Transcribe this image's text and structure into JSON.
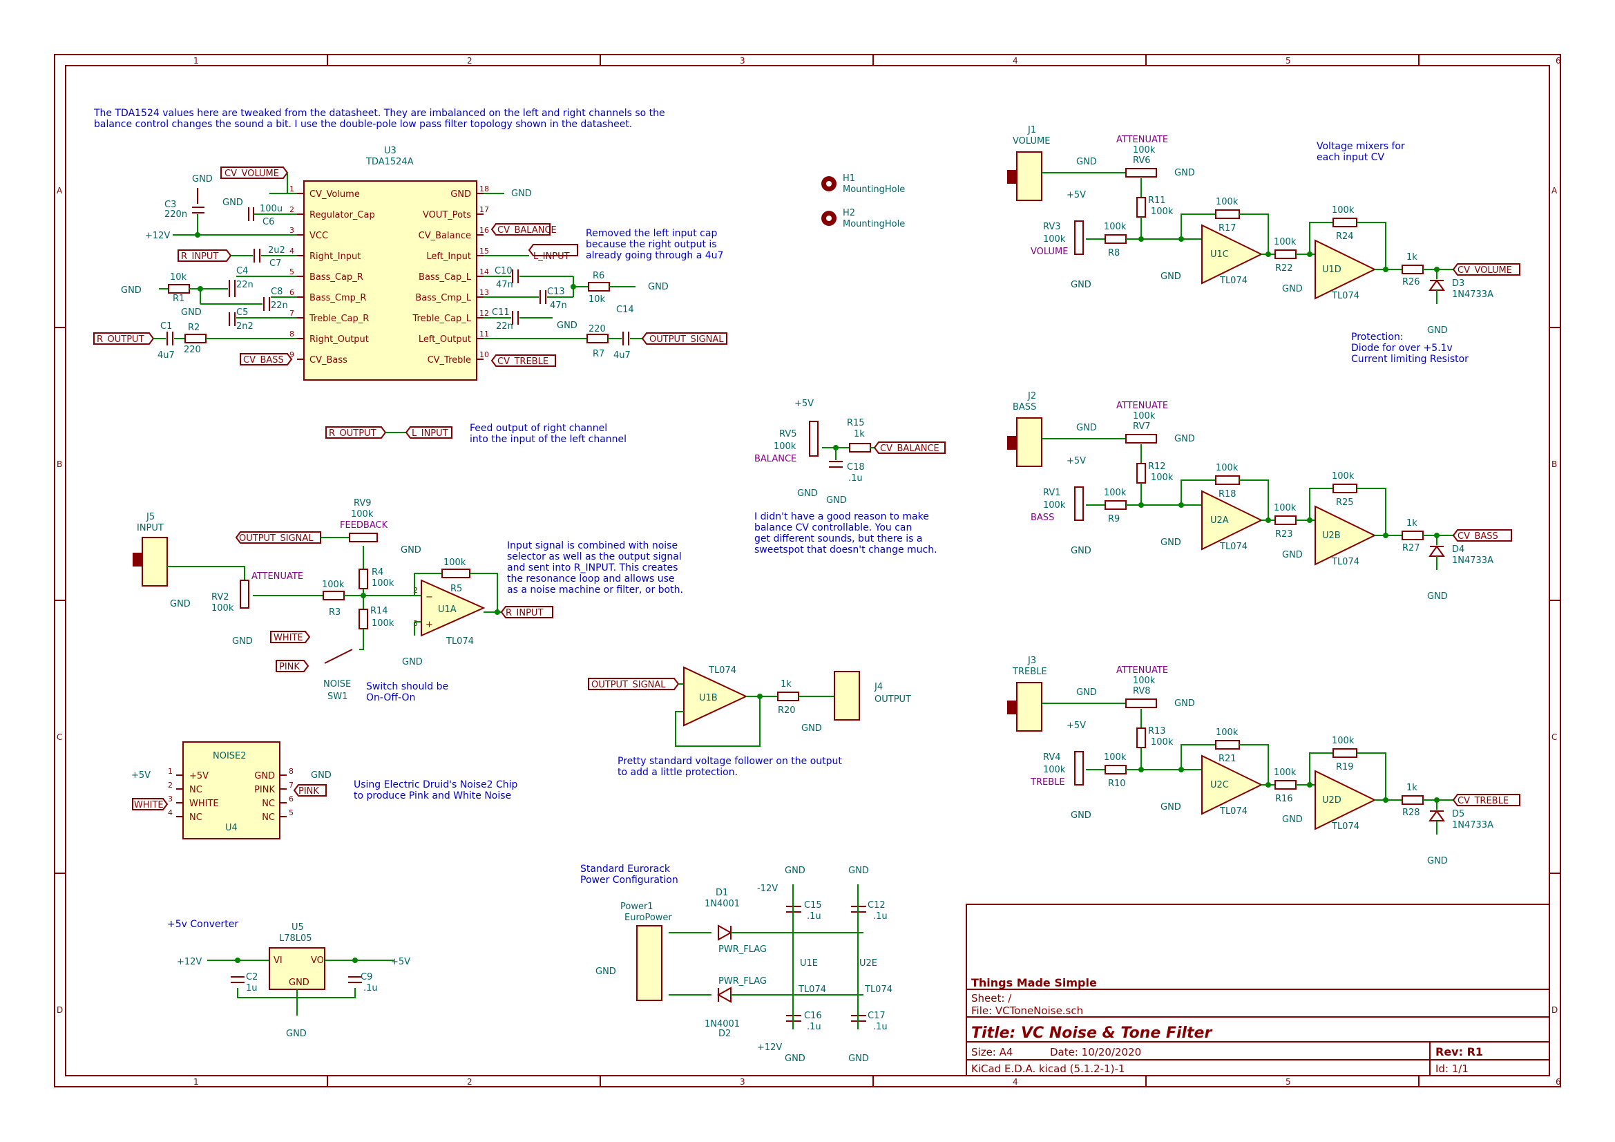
{
  "sheet": {
    "columns": [
      "1",
      "2",
      "3",
      "4",
      "5",
      "6"
    ],
    "rows": [
      "A",
      "B",
      "C",
      "D"
    ]
  },
  "notes": {
    "tda": "The TDA1524 values here are tweaked from the datasheet. They are imbalanced on the left and right channels so the",
    "tda2": "balance control changes the sound a bit. I use the double-pole low pass filter topology shown in the datasheet.",
    "removed1": "Removed the left input cap",
    "removed2": "because the right output is",
    "removed3": "already going through a 4u7",
    "feed1": "Feed output of right channel",
    "feed2": "into the input of the left channel",
    "input1": "Input signal is combined with noise",
    "input2": "selector as well as the output signal",
    "input3": "and sent into R_INPUT. This creates",
    "input4": "the resonance loop and allows use",
    "input5": "as a noise machine or filter, or both.",
    "switch1": "Switch should be",
    "switch2": "On-Off-On",
    "balance1": "I didn't have a good reason to make",
    "balance2": "balance CV controllable. You can",
    "balance3": "get different sounds, but there is a",
    "balance4": "sweetspot that doesn't change much.",
    "follower1": "Pretty standard voltage follower on the output",
    "follower2": "to add a little protection.",
    "noise1": "Using Electric Druid's Noise2 Chip",
    "noise2": "to produce Pink and White Noise",
    "mixers1": "Voltage mixers for",
    "mixers2": "each input CV",
    "prot1": "Protection:",
    "prot2": "Diode for over +5.1v",
    "prot3": "Current limiting Resistor",
    "power1": "Standard Eurorack",
    "power2": "Power Configuration",
    "conv": "+5v Converter"
  },
  "u3": {
    "ref": "U3",
    "value": "TDA1524A",
    "left_pins": [
      "CV_Volume",
      "Regulator_Cap",
      "VCC",
      "Right_Input",
      "Bass_Cap_R",
      "Bass_Cmp_R",
      "Treble_Cap_R",
      "Right_Output",
      "CV_Bass"
    ],
    "left_nums": [
      "1",
      "2",
      "3",
      "4",
      "5",
      "6",
      "7",
      "8",
      "9"
    ],
    "right_pins": [
      "GND",
      "VOUT_Pots",
      "CV_Balance",
      "Left_Input",
      "Bass_Cap_L",
      "Bass_Cmp_L",
      "Treble_Cap_L",
      "Left_Output",
      "CV_Treble"
    ],
    "right_nums": [
      "18",
      "17",
      "16",
      "15",
      "14",
      "13",
      "12",
      "11",
      "10"
    ]
  },
  "labels": {
    "cv_volume": "CV_VOLUME",
    "cv_balance": "CV_BALANCE",
    "cv_bass": "CV_BASS",
    "cv_treble": "CV_TREBLE",
    "r_input": "R_INPUT",
    "l_input": "L_INPUT",
    "r_output": "R_OUTPUT",
    "output_signal": "OUTPUT_SIGNAL",
    "white": "WHITE",
    "pink": "PINK"
  },
  "power": {
    "gnd": "GND",
    "p12": "+12V",
    "n12": "-12V",
    "p5": "+5V",
    "pwr_flag": "PWR_FLAG"
  },
  "parts": {
    "C3": "C3",
    "C3v": "220n",
    "C6": "C6",
    "C6v": "100u",
    "C7": "C7",
    "C7v": "2u2",
    "C4": "C4",
    "C4v": "22n",
    "C8": "C8",
    "C8v": "22n",
    "C5": "C5",
    "C5v": "2n2",
    "C1": "C1",
    "C1v": "4u7",
    "R1": "R1",
    "R1v": "10k",
    "R2": "R2",
    "R2v": "220",
    "C10": "C10",
    "C10v": "47n",
    "C13": "C13",
    "C13v": "47n",
    "C11": "C11",
    "C11v": "22n",
    "R6": "R6",
    "R6v": "10k",
    "C14": "C14",
    "R7": "R7",
    "R7v": "220",
    "C14v": "4u7",
    "H1": "H1",
    "H2": "H2",
    "Hv": "MountingHole",
    "RV5": "RV5",
    "RV5v": "100k",
    "RV5a": "BALANCE",
    "R15": "R15",
    "R15v": "1k",
    "C18": "C18",
    "C18v": ".1u",
    "J5": "J5",
    "J5v": "INPUT",
    "RV9": "RV9",
    "RV9v": "100k",
    "RV9a": "FEEDBACK",
    "RV2": "RV2",
    "RV2v": "100k",
    "RV2a": "ATTENUATE",
    "R3": "R3",
    "R3v": "100k",
    "R4": "R4",
    "R4v": "100k",
    "R14": "R14",
    "R14v": "100k",
    "R5": "R5",
    "R5v": "100k",
    "U1A": "U1A",
    "TL074": "TL074",
    "SW1": "SW1",
    "SW1v": "NOISE",
    "U1B": "U1B",
    "R20": "R20",
    "R20v": "1k",
    "J4": "J4",
    "J4v": "OUTPUT",
    "U4": "U4",
    "U4v": "NOISE2",
    "U4pins_l": [
      "+5V",
      "NC",
      "WHITE",
      "NC"
    ],
    "U4pins_r": [
      "GND",
      "PINK",
      "NC",
      "NC"
    ],
    "U4nums_l": [
      "1",
      "2",
      "3",
      "4"
    ],
    "U4nums_r": [
      "8",
      "7",
      "6",
      "5"
    ],
    "U5": "U5",
    "U5v": "L78L05",
    "U5vi": "VI",
    "U5vo": "VO",
    "U5gnd": "GND",
    "C2": "C2",
    "C2v": "1u",
    "C9": "C9",
    "C9v": ".1u",
    "Power1": "Power1",
    "Power1v": "EuroPower",
    "D1": "D1",
    "D1v": "1N4001",
    "D2": "D2",
    "D2v": "1N4001",
    "C15": "C15",
    "C15v": ".1u",
    "C12": "C12",
    "C12v": ".1u",
    "C16": "C16",
    "C16v": ".1u",
    "C17": "C17",
    "C17v": ".1u",
    "U1E": "U1E",
    "U2E": "U2E",
    "J1": "J1",
    "J1v": "VOLUME",
    "RV6": "RV6",
    "RV6v": "100k",
    "RV3": "RV3",
    "RV3v": "100k",
    "RV3a": "VOLUME",
    "R11": "R11",
    "R11v": "100k",
    "R8": "R8",
    "R8v": "100k",
    "R17": "R17",
    "R17v": "100k",
    "U1C": "U1C",
    "R22": "R22",
    "R22v": "100k",
    "R24": "R24",
    "R24v": "100k",
    "U1D": "U1D",
    "R26": "R26",
    "R26v": "1k",
    "D3": "D3",
    "Dz": "1N4733A",
    "J2": "J2",
    "J2v": "BASS",
    "RV7": "RV7",
    "RV7v": "100k",
    "RV1": "RV1",
    "RV1v": "100k",
    "RV1a": "BASS",
    "R12": "R12",
    "R12v": "100k",
    "R9": "R9",
    "R9v": "100k",
    "R18": "R18",
    "R18v": "100k",
    "U2A": "U2A",
    "R23": "R23",
    "R23v": "100k",
    "R25": "R25",
    "R25v": "100k",
    "U2B": "U2B",
    "R27": "R27",
    "R27v": "1k",
    "D4": "D4",
    "J3": "J3",
    "J3v": "TREBLE",
    "RV8": "RV8",
    "RV8v": "100k",
    "RV4": "RV4",
    "RV4v": "100k",
    "RV4a": "TREBLE",
    "R13": "R13",
    "R13v": "100k",
    "R10": "R10",
    "R10v": "100k",
    "R21": "R21",
    "R21v": "100k",
    "U2C": "U2C",
    "R16": "R16",
    "R16v": "100k",
    "R19": "R19",
    "R19v": "100k",
    "U2D": "U2D",
    "R28": "R28",
    "R28v": "1k",
    "D5": "D5",
    "attenuate": "ATTENUATE"
  },
  "title_block": {
    "company": "Things Made Simple",
    "sheet": "Sheet: /",
    "file": "File: VCToneNoise.sch",
    "title": "Title: VC Noise & Tone Filter",
    "size": "Size: A4",
    "date": "Date: 10/20/2020",
    "rev": "Rev: R1",
    "tool": "KiCad E.D.A.  kicad (5.1.2-1)-1",
    "id": "Id: 1/1"
  }
}
